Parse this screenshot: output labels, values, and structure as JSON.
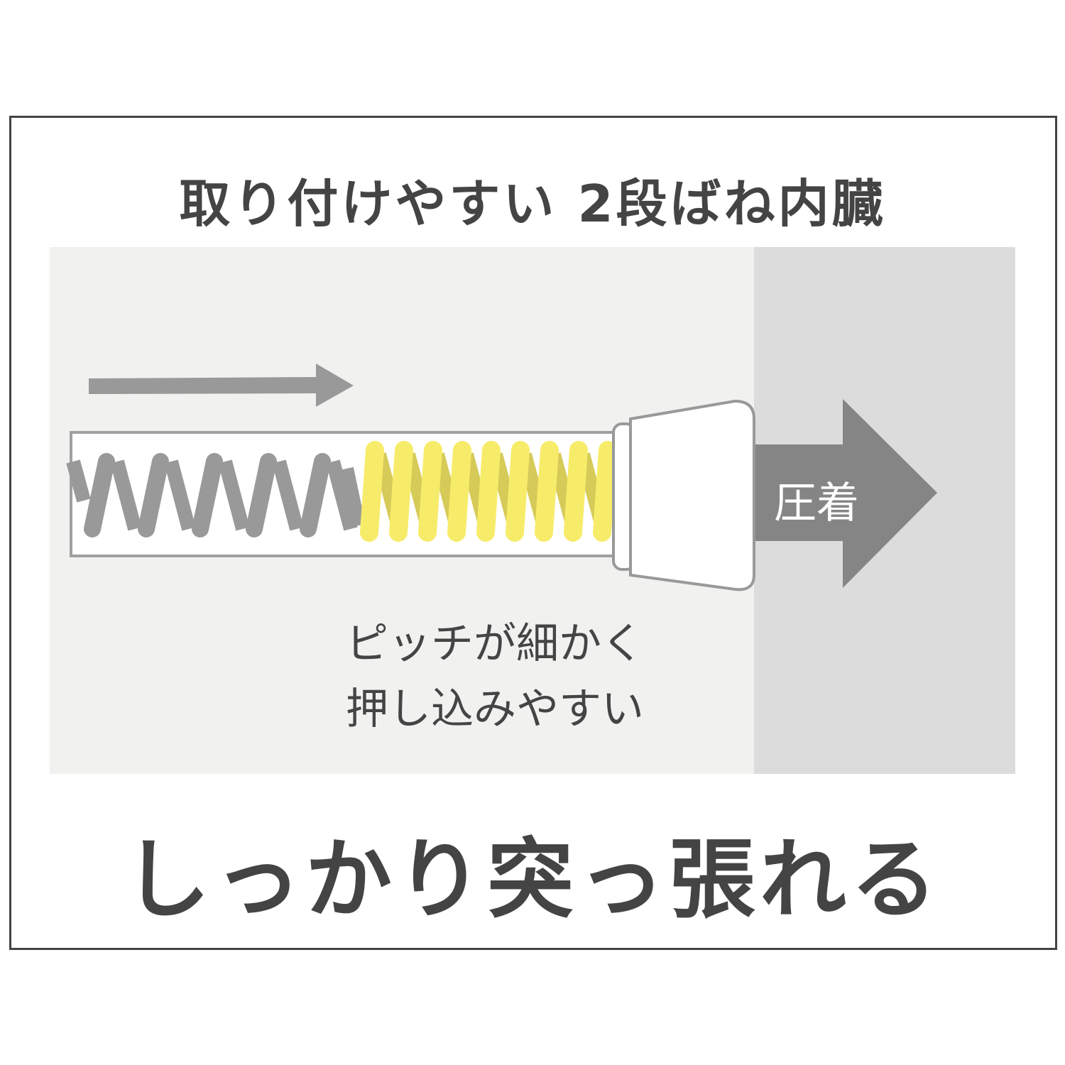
{
  "title": "取り付けやすい 2段ばね内臓",
  "caption_line1": "ピッチが細かく",
  "caption_line2": "押し込みやすい",
  "press_label": "圧着",
  "bottom_text": "しっかり突っ張れる",
  "colors": {
    "text": "#444444",
    "panel": "#f1f1f0",
    "wall": "#dcdcdc",
    "arrow": "#858585",
    "spring_gray": "#999999",
    "spring_yellow": "#f7ec6a"
  }
}
